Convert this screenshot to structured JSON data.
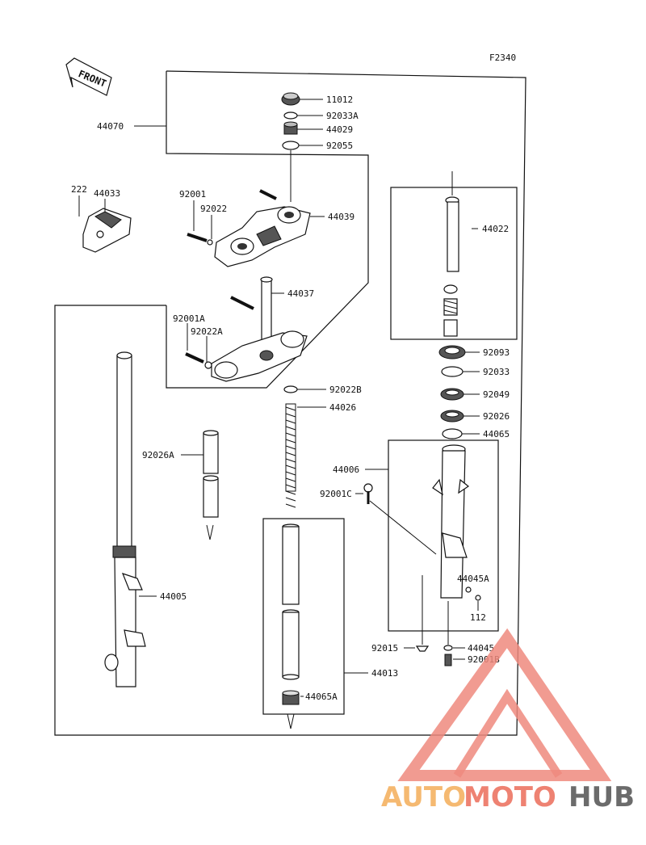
{
  "figure_code": "F2340",
  "front_label": "FRONT",
  "watermark": {
    "part1": "AUTO",
    "part2": "MOTO",
    "part3": "HUB",
    "color_auto": "#f5b971",
    "color_moto": "#ee8272",
    "color_hub": "#6b6b6b",
    "triangle_color": "#ef8a7e"
  },
  "labels": {
    "p11012": "11012",
    "p92033A": "92033A",
    "p44029": "44029",
    "p92055": "92055",
    "p44070": "44070",
    "p222": "222",
    "p44033": "44033",
    "p92001": "92001",
    "p92022": "92022",
    "p44039": "44039",
    "p44022": "44022",
    "p44037": "44037",
    "p92001A": "92001A",
    "p92022A": "92022A",
    "p92093": "92093",
    "p92033": "92033",
    "p92022B": "92022B",
    "p44026": "44026",
    "p92049": "92049",
    "p92026": "92026",
    "p44065": "44065",
    "p92026A": "92026A",
    "p44006": "44006",
    "p92001C": "92001C",
    "p44005": "44005",
    "p44045A": "44045A",
    "p112": "112",
    "p92015": "92015",
    "p44045": "44045",
    "p92001B": "92001B",
    "p44013": "44013",
    "p44065A": "44065A"
  }
}
